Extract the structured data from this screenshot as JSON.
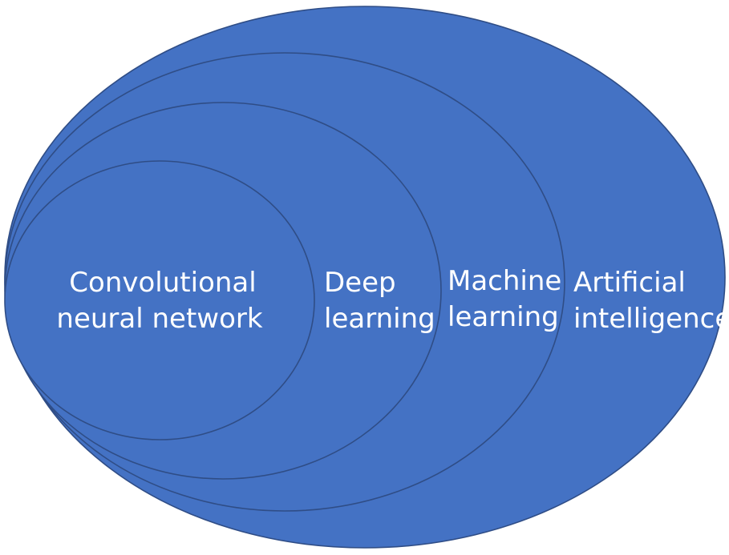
{
  "diagram": {
    "fill_color": "#4472c4",
    "stroke_color": "#2f4d86",
    "text_color": "#ffffff",
    "layers": [
      {
        "id": "ai",
        "lines": [
          "Artificial",
          "intelligence"
        ]
      },
      {
        "id": "ml",
        "lines": [
          "Machine",
          "learning"
        ]
      },
      {
        "id": "dl",
        "lines": [
          "Deep",
          "learning"
        ]
      },
      {
        "id": "cnn",
        "lines": [
          "Convolutional",
          "neural network"
        ]
      }
    ]
  }
}
